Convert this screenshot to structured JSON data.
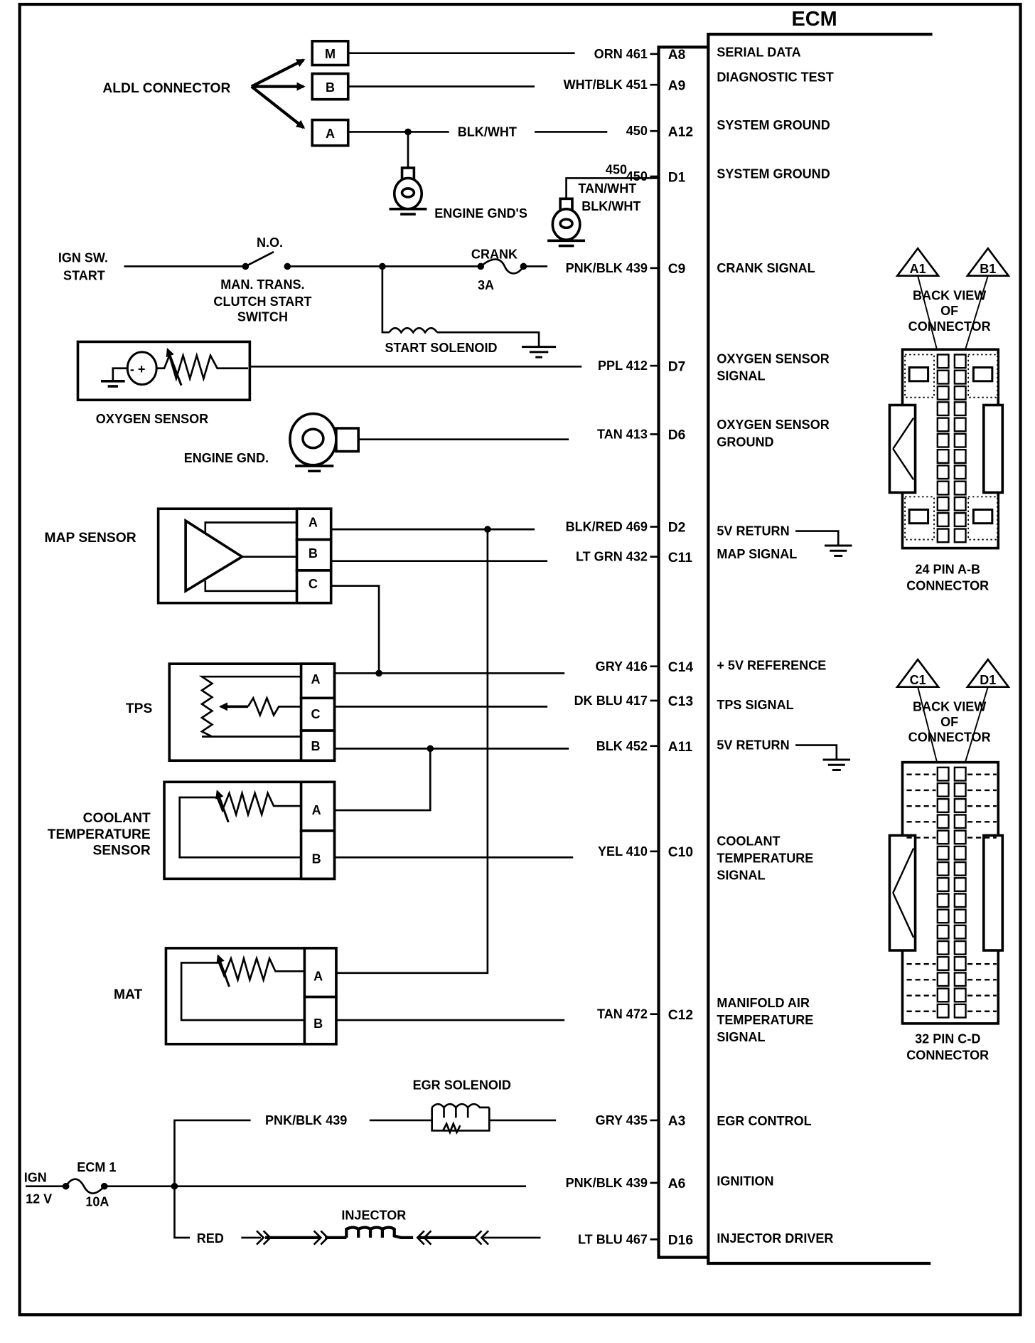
{
  "ecm": {
    "title": "ECM",
    "pins": [
      {
        "pin": "A8",
        "wire": "ORN 461",
        "function": [
          "SERIAL DATA"
        ]
      },
      {
        "pin": "A9",
        "wire": "WHT/BLK 451",
        "function": [
          "DIAGNOSTIC TEST"
        ]
      },
      {
        "pin": "A12",
        "wire": "450",
        "function": [
          "SYSTEM GROUND"
        ]
      },
      {
        "pin": "D1",
        "wire": "450",
        "function": [
          "SYSTEM GROUND"
        ]
      },
      {
        "pin": "C9",
        "wire": "PNK/BLK 439",
        "function": [
          "CRANK SIGNAL"
        ]
      },
      {
        "pin": "D7",
        "wire": "PPL 412",
        "function": [
          "OXYGEN SENSOR",
          "SIGNAL"
        ]
      },
      {
        "pin": "D6",
        "wire": "TAN 413",
        "function": [
          "OXYGEN SENSOR",
          "GROUND"
        ]
      },
      {
        "pin": "D2",
        "wire": "BLK/RED 469",
        "function": [
          "5V RETURN"
        ]
      },
      {
        "pin": "C11",
        "wire": "LT GRN 432",
        "function": [
          "MAP SIGNAL"
        ]
      },
      {
        "pin": "C14",
        "wire": "GRY 416",
        "function": [
          "+ 5V REFERENCE"
        ]
      },
      {
        "pin": "C13",
        "wire": "DK BLU 417",
        "function": [
          "TPS SIGNAL"
        ]
      },
      {
        "pin": "A11",
        "wire": "BLK 452",
        "function": [
          "5V RETURN"
        ]
      },
      {
        "pin": "C10",
        "wire": "YEL 410",
        "function": [
          "COOLANT",
          "TEMPERATURE",
          "SIGNAL"
        ]
      },
      {
        "pin": "C12",
        "wire": "TAN 472",
        "function": [
          "MANIFOLD AIR",
          "TEMPERATURE",
          "SIGNAL"
        ]
      },
      {
        "pin": "A3",
        "wire": "GRY 435",
        "function": [
          "EGR CONTROL"
        ]
      },
      {
        "pin": "A6",
        "wire": "PNK/BLK 439",
        "function": [
          "IGNITION"
        ]
      },
      {
        "pin": "D16",
        "wire": "LT BLU 467",
        "function": [
          "INJECTOR DRIVER"
        ]
      }
    ]
  },
  "aldl": {
    "label": "ALDL CONNECTOR",
    "terminals": [
      "M",
      "B",
      "A"
    ],
    "ground_wire": "BLK/WHT",
    "ground_label": "ENGINE GND'S"
  },
  "d1_ground": {
    "wire_number": "450",
    "colors": [
      "TAN/WHT",
      "BLK/WHT"
    ]
  },
  "crank": {
    "ign_label": [
      "IGN SW.",
      "START"
    ],
    "switch_state": "N.O.",
    "switch_label": [
      "MAN. TRANS.",
      "CLUTCH START",
      "SWITCH"
    ],
    "fuse_name": "CRANK",
    "fuse_rating": "3A",
    "solenoid_label": "START SOLENOID"
  },
  "oxygen_sensor": {
    "label": "OXYGEN SENSOR",
    "ground_label": "ENGINE GND."
  },
  "map_sensor": {
    "label": "MAP SENSOR",
    "terminals": [
      "A",
      "B",
      "C"
    ]
  },
  "tps": {
    "label": "TPS",
    "terminals": [
      "A",
      "C",
      "B"
    ]
  },
  "coolant_sensor": {
    "label": [
      "COOLANT",
      "TEMPERATURE",
      "SENSOR"
    ],
    "terminals": [
      "A",
      "B"
    ]
  },
  "mat": {
    "label": "MAT",
    "terminals": [
      "A",
      "B"
    ]
  },
  "power": {
    "source": [
      "IGN",
      "12 V"
    ],
    "fuse_name": "ECM 1",
    "fuse_rating": "10A",
    "egr_feed_wire": "PNK/BLK 439",
    "egr_label": "EGR SOLENOID",
    "injector_feed_wire": "RED",
    "injector_label": "INJECTOR"
  },
  "connectors": [
    {
      "tags": [
        "A1",
        "B1"
      ],
      "caption": [
        "BACK VIEW",
        "OF",
        "CONNECTOR"
      ],
      "name": [
        "24 PIN  A-B",
        "CONNECTOR"
      ]
    },
    {
      "tags": [
        "C1",
        "D1"
      ],
      "caption": [
        "BACK VIEW",
        "OF",
        "CONNECTOR"
      ],
      "name": [
        "32  PIN C-D",
        "CONNECTOR"
      ]
    }
  ]
}
